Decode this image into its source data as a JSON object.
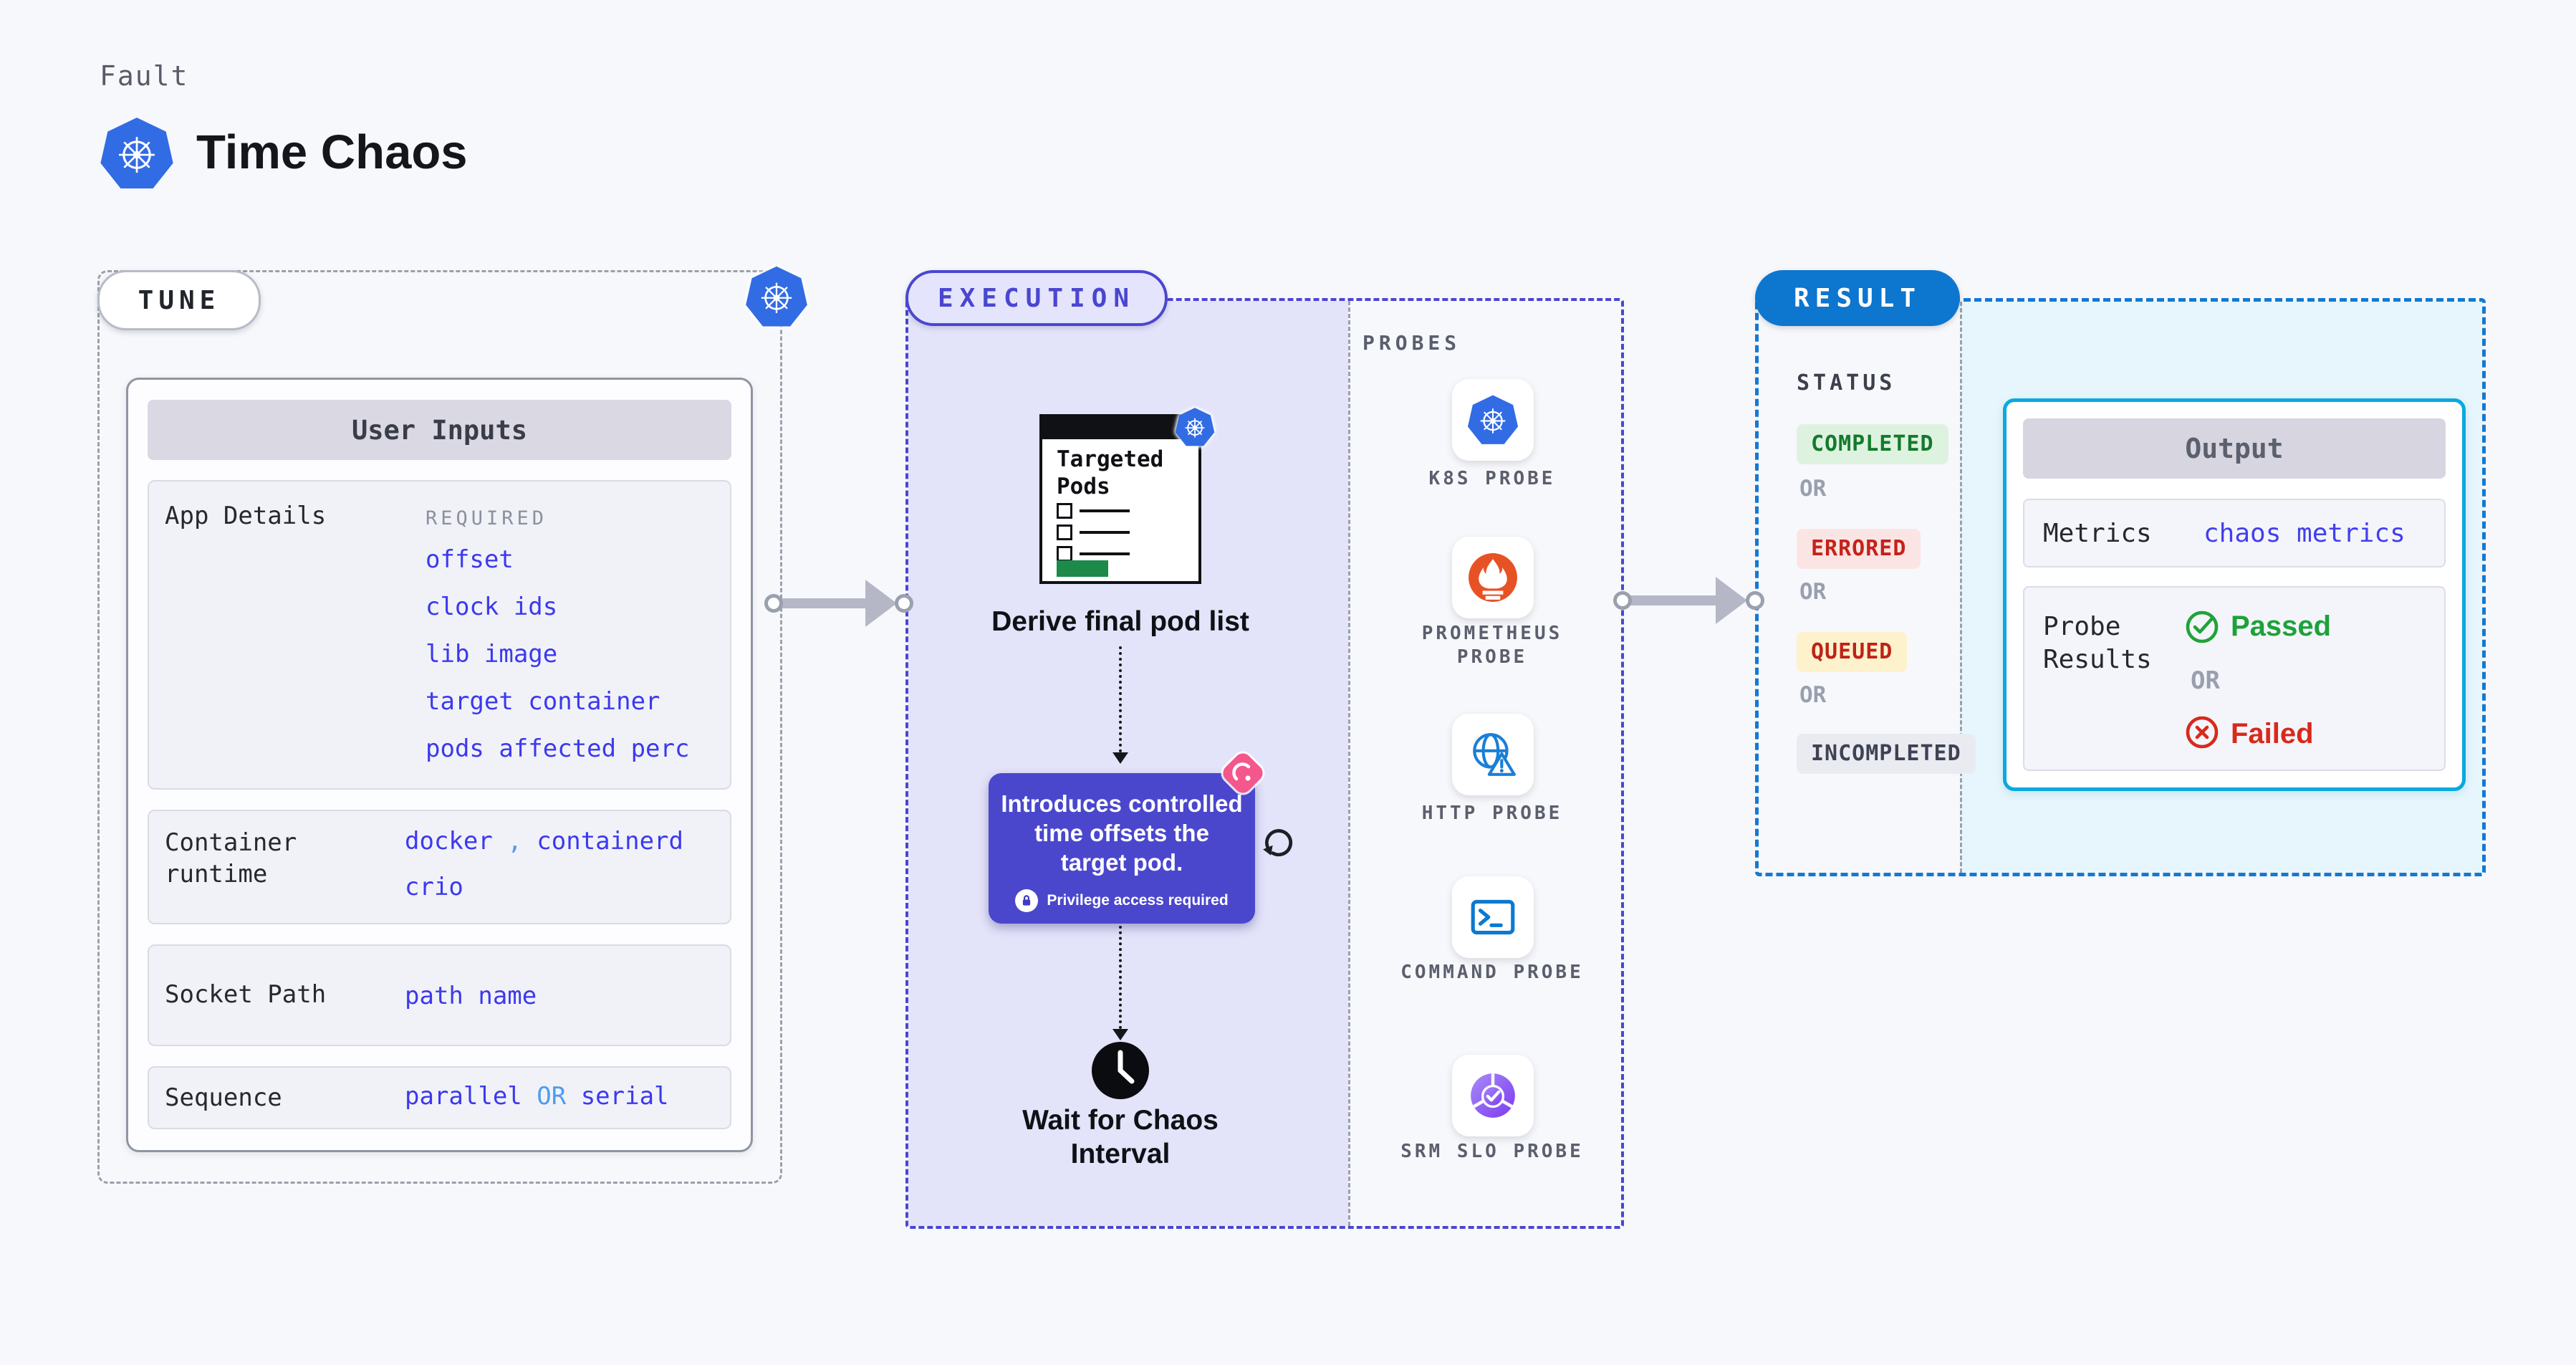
{
  "page": {
    "fault_label": "Fault",
    "title": "Time Chaos"
  },
  "colors": {
    "page_bg": "#f7f8fb",
    "accent_indigo": "#4a46d2",
    "accent_blue": "#1379d3",
    "cyan_border": "#0aa9de",
    "cyan_bg": "#e7f6fd",
    "lavender_bg": "#e3e3fa",
    "link_purple": "#3c39ee",
    "light_blue": "#4f9bee",
    "green": "#1ea13a",
    "red": "#d8291c",
    "k8s_blue": "#326CE5",
    "prometheus_orange": "#e75225",
    "pink": "#f4578c",
    "completed_green": "#147a2d",
    "queued_yellow_bg": "#fdf2cc",
    "clip_green": "#1d8a4a"
  },
  "tune": {
    "label": "TUNE",
    "user_inputs": {
      "header": "User Inputs",
      "app_details": {
        "label": "App Details",
        "required": "REQUIRED",
        "links": [
          "offset",
          "clock ids",
          "lib image",
          "target container",
          "pods affected perc"
        ]
      },
      "runtime": {
        "lines": [
          "Container",
          "runtime"
        ],
        "value1": "docker",
        "separator": ",",
        "value2": "containerd",
        "value3": "crio"
      },
      "socket": {
        "label": "Socket Path",
        "value": "path name"
      },
      "sequence": {
        "label": "Sequence",
        "option1": "parallel",
        "or": "OR",
        "option2": "serial"
      }
    }
  },
  "execution": {
    "label": "EXECUTION",
    "targeted_pods": {
      "lines": [
        "Targeted",
        "Pods"
      ]
    },
    "derive_label": "Derive final pod list",
    "tooltip": {
      "lines": [
        "Introduces controlled",
        "time offsets the",
        "target pod."
      ],
      "badge": "Privilege access required"
    },
    "wait": {
      "lines": [
        "Wait for Chaos",
        "Interval"
      ]
    }
  },
  "probes": {
    "header": "PROBES",
    "items": [
      {
        "label": "K8S PROBE",
        "icon": "kubernetes"
      },
      {
        "label": "PROMETHEUS PROBE",
        "icon": "prometheus"
      },
      {
        "label": "HTTP PROBE",
        "icon": "http-globe"
      },
      {
        "label": "COMMAND PROBE",
        "icon": "terminal"
      },
      {
        "label": "SRM SLO PROBE",
        "icon": "srm-slo"
      }
    ]
  },
  "result": {
    "label": "RESULT",
    "status": {
      "header": "STATUS",
      "or": "OR",
      "badges": [
        {
          "text": "COMPLETED"
        },
        {
          "text": "ERRORED"
        },
        {
          "text": "QUEUED"
        },
        {
          "text": "INCOMPLETED"
        }
      ]
    },
    "output": {
      "header": "Output",
      "metrics_label": "Metrics",
      "metrics_value": "chaos metrics",
      "probe_results": {
        "lines": [
          "Probe",
          "Results"
        ]
      },
      "passed": "Passed",
      "or": "OR",
      "failed": "Failed"
    }
  }
}
